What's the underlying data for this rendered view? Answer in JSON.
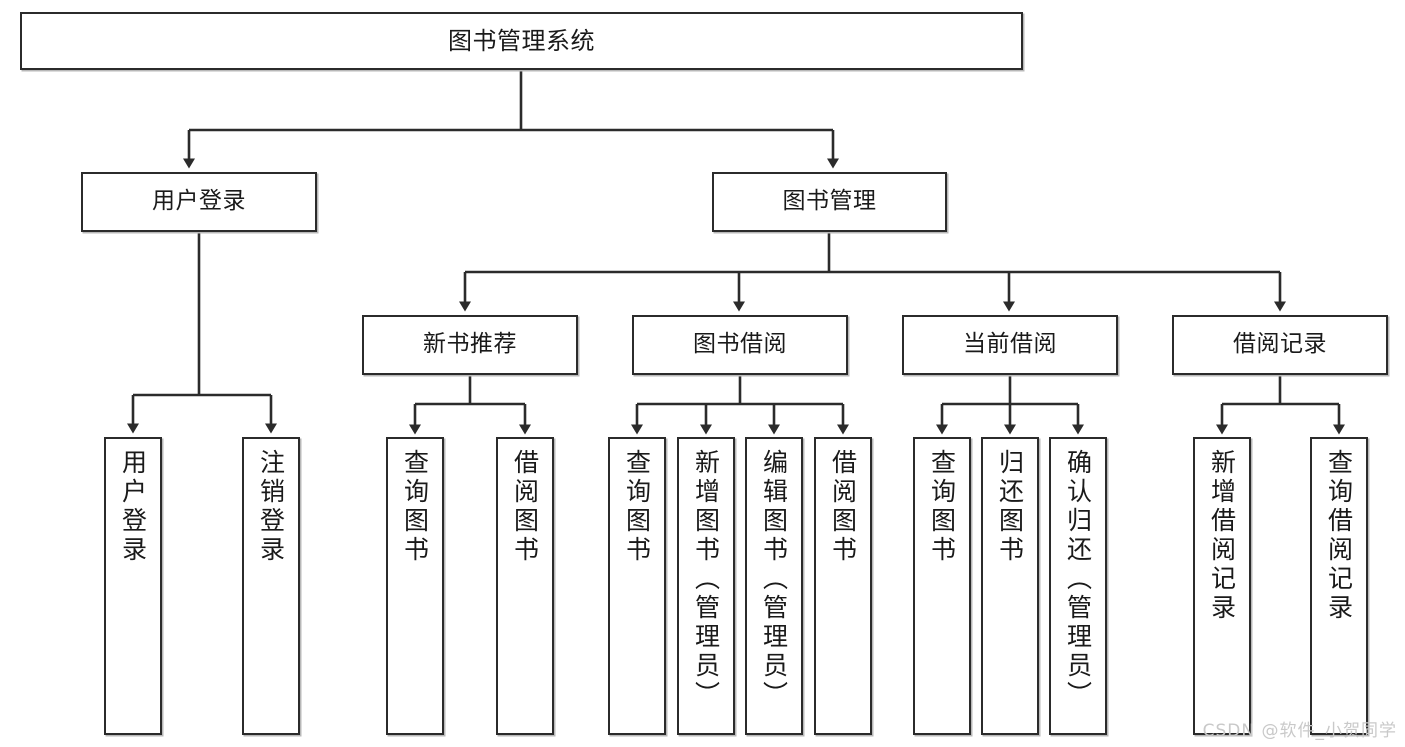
{
  "diagram": {
    "title": "图书管理系统",
    "type": "tree-hierarchy-chart",
    "watermark": "CSDN @软件_小贺同学",
    "stroke_color": "#2b2b2b",
    "fill_color": "#ffffff",
    "text_color": "#1a1a1a",
    "watermark_color": "#c9c9c9"
  },
  "nodes": {
    "root": {
      "label": "图书管理系统"
    },
    "level2": [
      {
        "label": "用户登录"
      },
      {
        "label": "图书管理"
      }
    ],
    "level3": [
      {
        "label": "新书推荐"
      },
      {
        "label": "图书借阅"
      },
      {
        "label": "当前借阅"
      },
      {
        "label": "借阅记录"
      }
    ],
    "leaves": {
      "user_login": [
        {
          "label": "用户登录"
        },
        {
          "label": "注销登录"
        }
      ],
      "new_book_recommend": [
        {
          "label": "查询图书"
        },
        {
          "label": "借阅图书"
        }
      ],
      "book_borrow": [
        {
          "label": "查询图书"
        },
        {
          "label": "新增图书（管理员）"
        },
        {
          "label": "编辑图书（管理员）"
        },
        {
          "label": "借阅图书"
        }
      ],
      "current_borrow": [
        {
          "label": "查询图书"
        },
        {
          "label": "归还图书"
        },
        {
          "label": "确认归还（管理员）"
        }
      ],
      "borrow_record": [
        {
          "label": "新增借阅记录"
        },
        {
          "label": "查询借阅记录"
        }
      ]
    }
  }
}
